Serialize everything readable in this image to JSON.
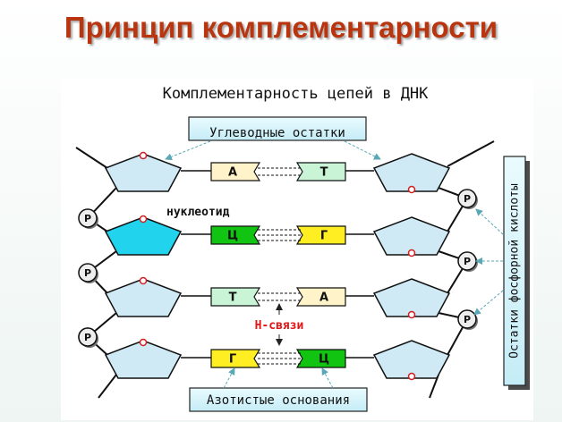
{
  "title": "Принцип комплементарности",
  "diagram": {
    "title": "Комплементарность цепей в ДНК",
    "carb_label": "Углеводные остатки",
    "nucleotide_label": "нуклеотид",
    "hbond_label": "Н-связи",
    "bases_label": "Азотистые основания",
    "phosphate_label": "Остатки фосфорной кислоты",
    "phosphate_symbol": "P",
    "pairs": [
      {
        "left": "А",
        "right": "Т"
      },
      {
        "left": "Ц",
        "right": "Г"
      },
      {
        "left": "Т",
        "right": "А"
      },
      {
        "left": "Г",
        "right": "Ц"
      }
    ],
    "colors": {
      "A": "#fff3c9",
      "T": "#c9f5d6",
      "C": "#11c411",
      "G": "#ffee22",
      "sugar": "#cfeaf4",
      "sugar_highlight": "#22d3ee",
      "hbond": "#e31515",
      "title": "#b8350f"
    }
  }
}
